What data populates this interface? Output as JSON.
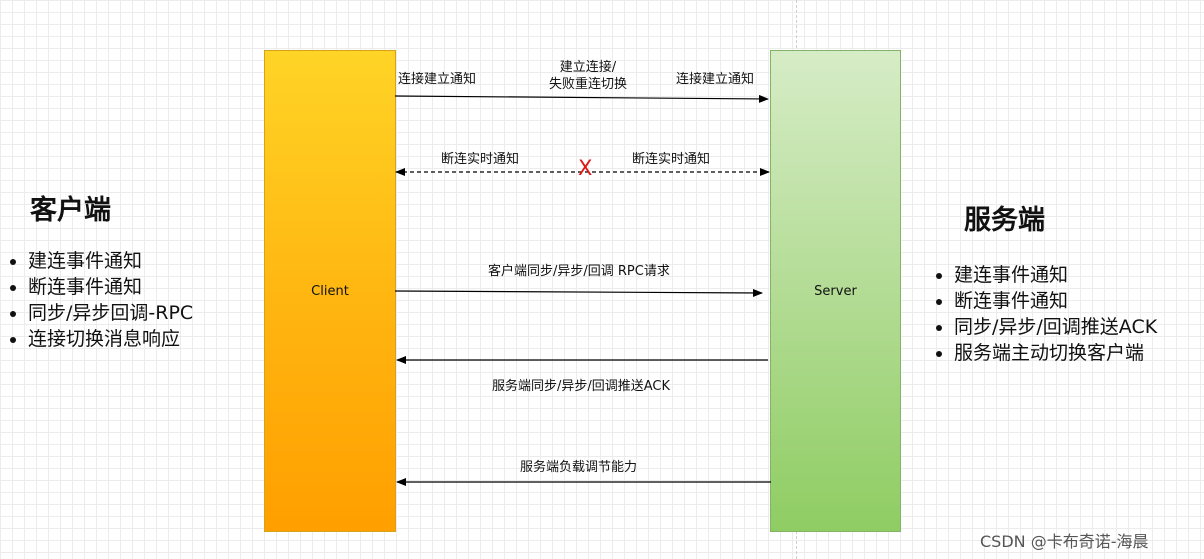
{
  "client_side": {
    "title": "客户端",
    "items": [
      "建连事件通知",
      "断连事件通知",
      "同步/异步回调-RPC",
      "连接切换消息响应"
    ]
  },
  "server_side": {
    "title": "服务端",
    "items": [
      "建连事件通知",
      "断连事件通知",
      "同步/异步/回调推送ACK",
      "服务端主动切换客户端"
    ]
  },
  "lanes": {
    "client": "Client",
    "server": "Server"
  },
  "messages": {
    "connect_left": "连接建立通知",
    "connect_mid_line1": "建立连接/",
    "connect_mid_line2": "失败重连切换",
    "connect_right": "连接建立通知",
    "disconnect_left": "断连实时通知",
    "disconnect_right": "断连实时通知",
    "disconnect_mark": "X",
    "client_request": "客户端同步/异步/回调 RPC请求",
    "server_ack": "服务端同步/异步/回调推送ACK",
    "server_load": "服务端负载调节能力"
  },
  "colors": {
    "client_lane": "#ffb40f",
    "server_lane": "#b3dc95",
    "failure_mark": "#e01515"
  },
  "watermark": "CSDN @卡布奇诺-海晨"
}
